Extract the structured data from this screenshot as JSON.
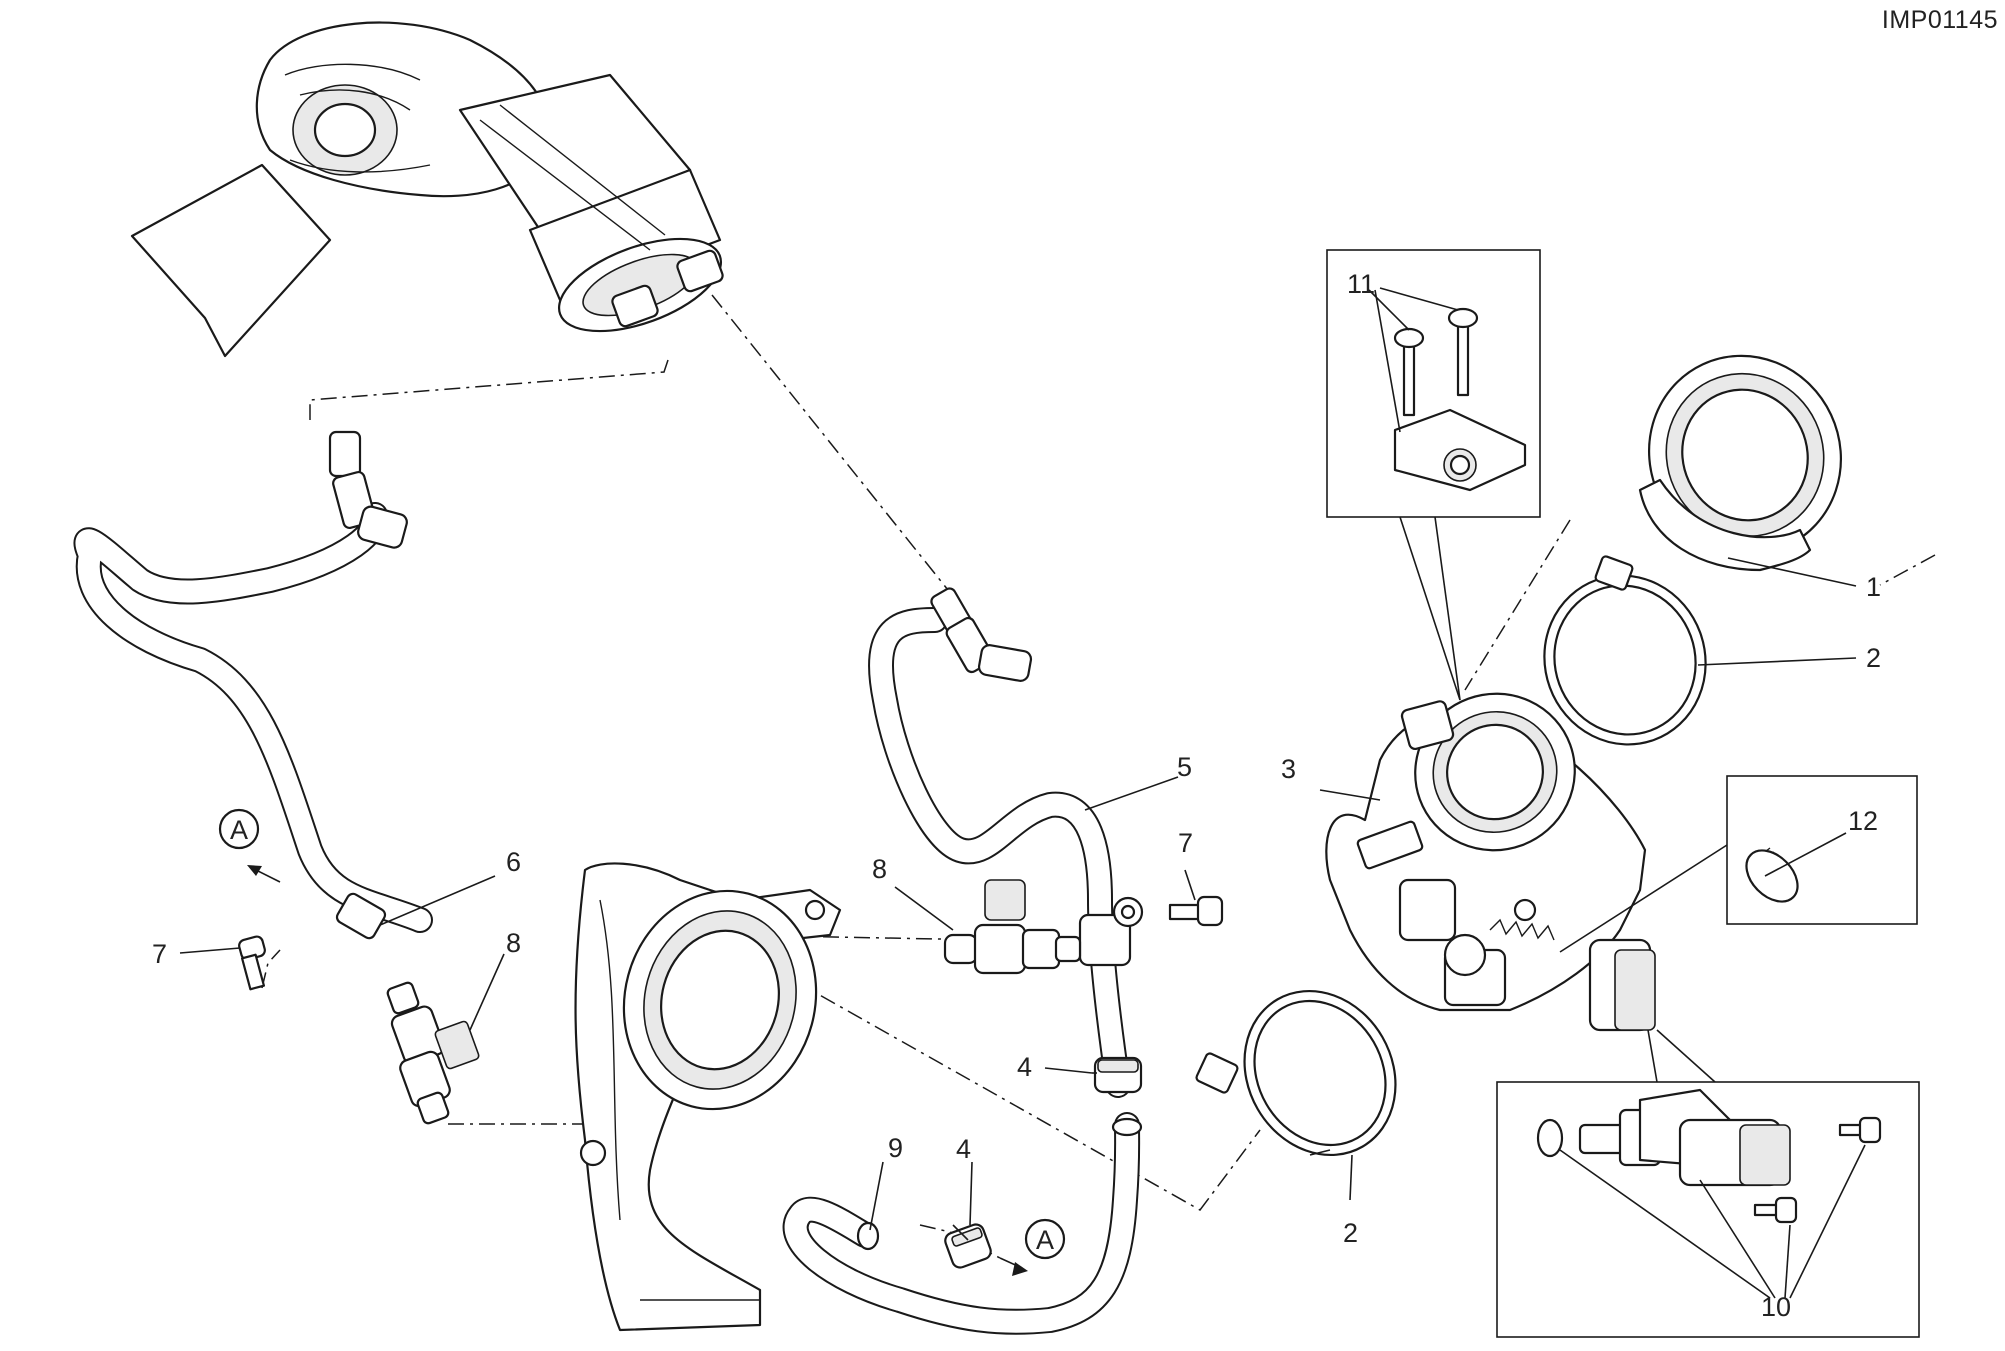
{
  "drawing_code": "IMP01145",
  "callouts": {
    "c1": "1",
    "c2a": "2",
    "c2b": "2",
    "c3": "3",
    "c4a": "4",
    "c4b": "4",
    "c5": "5",
    "c6": "6",
    "c7a": "7",
    "c7b": "7",
    "c8a": "8",
    "c8b": "8",
    "c9": "9",
    "c10": "10",
    "c11": "11",
    "c12": "12"
  },
  "refs": {
    "ref_a1": "A",
    "ref_a2": "A"
  }
}
